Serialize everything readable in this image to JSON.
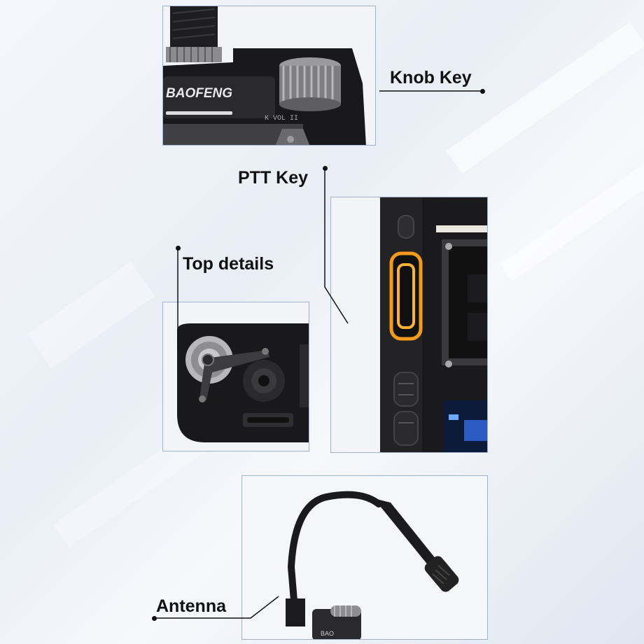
{
  "labels": {
    "knob_key": "Knob Key",
    "ptt_key": "PTT Key",
    "top_details": "Top details",
    "antenna": "Antenna"
  },
  "brand_text": "BAOFENG",
  "model_mark": "K VOL II",
  "colors": {
    "panel_border": "#9fb3cf",
    "ptt_orange": "#f29a1c",
    "device_black": "#1b1b1d",
    "label_text": "#111111"
  }
}
